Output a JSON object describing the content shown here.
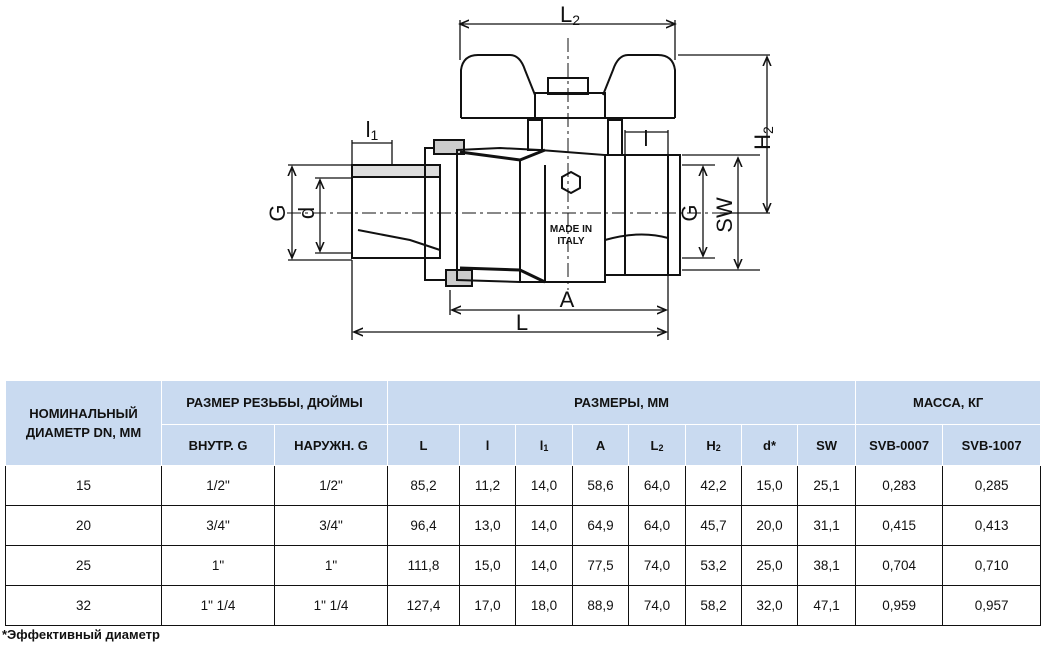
{
  "drawing": {
    "labels": {
      "L2": "L2",
      "H2": "H2",
      "l1": "l1",
      "l": "l",
      "G_left": "G",
      "d": "d",
      "G_right": "G",
      "SW": "SW",
      "A": "A",
      "L": "L"
    },
    "marking_line1": "MADE IN",
    "marking_line2": "ITALY"
  },
  "table": {
    "header_dn": "НОМИНАЛЬНЫЙ ДИАМЕТР DN, ММ",
    "header_thread": "РАЗМЕР РЕЗЬБЫ, ДЮЙМЫ",
    "header_dims": "РАЗМЕРЫ, ММ",
    "header_mass": "МАССА, КГ",
    "subheaders": [
      "ВНУТР. G",
      "НАРУЖН. G",
      "L",
      "l",
      "l1",
      "A",
      "L2",
      "H2",
      "d*",
      "SW",
      "SVB-0007",
      "SVB-1007"
    ],
    "rows": [
      [
        "15",
        "1/2\"",
        "1/2\"",
        "85,2",
        "11,2",
        "14,0",
        "58,6",
        "64,0",
        "42,2",
        "15,0",
        "25,1",
        "0,283",
        "0,285"
      ],
      [
        "20",
        "3/4\"",
        "3/4\"",
        "96,4",
        "13,0",
        "14,0",
        "64,9",
        "64,0",
        "45,7",
        "20,0",
        "31,1",
        "0,415",
        "0,413"
      ],
      [
        "25",
        "1\"",
        "1\"",
        "111,8",
        "15,0",
        "14,0",
        "77,5",
        "74,0",
        "53,2",
        "25,0",
        "38,1",
        "0,704",
        "0,710"
      ],
      [
        "32",
        "1\" 1/4",
        "1\" 1/4",
        "127,4",
        "17,0",
        "18,0",
        "88,9",
        "74,0",
        "58,2",
        "32,0",
        "47,1",
        "0,959",
        "0,957"
      ]
    ]
  },
  "footnote": "*Эффективный диаметр"
}
